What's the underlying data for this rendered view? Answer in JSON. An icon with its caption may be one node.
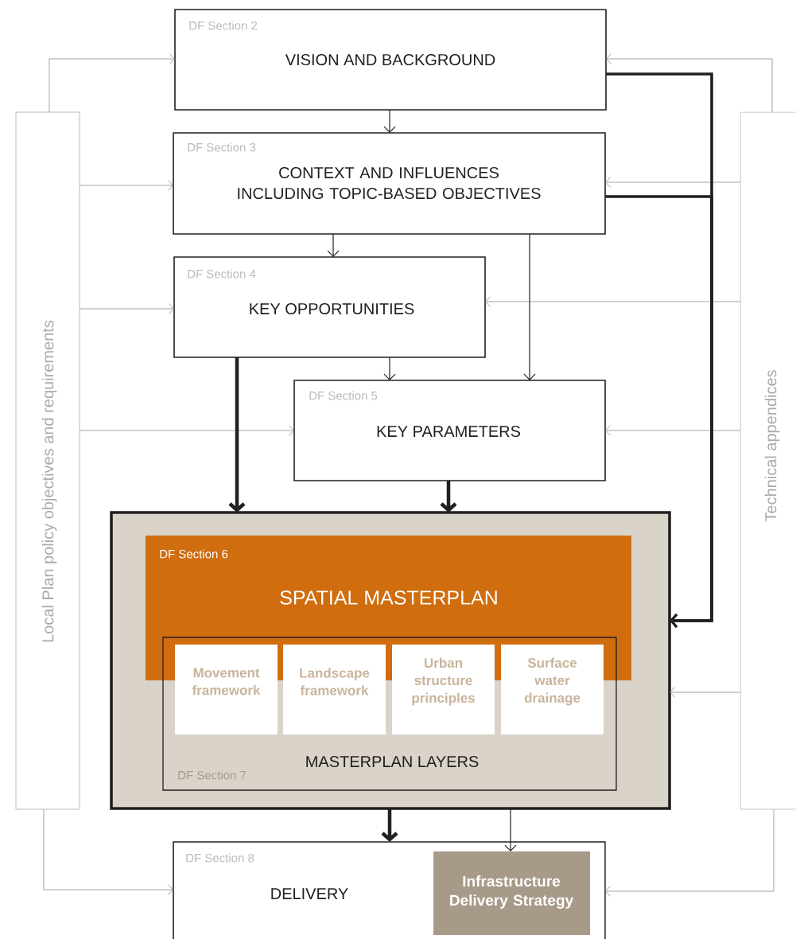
{
  "diagram": {
    "nodes": [
      {
        "text": [
          "Local Plan policy objectives and requirements"
        ]
      },
      {
        "text": [
          "Technical appendices"
        ]
      },
      {
        "text": [
          "DF Section 2",
          "VISION AND BACKGROUND"
        ]
      },
      {
        "text": [
          "DF Section 3",
          "CONTEXT AND INFLUENCES INCLUDING TOPIC-BASED OBJECTIVES"
        ]
      },
      {
        "text": [
          "DF Section 4",
          "KEY OPPORTUNITIES"
        ]
      },
      {
        "text": [
          "DF Section 5",
          "KEY PARAMETERS"
        ]
      },
      {
        "text": [],
        "shape": "box"
      },
      {
        "text": [
          "DF Section 6",
          "SPATIAL MASTERPLAN"
        ],
        "in": 6
      },
      {
        "text": [
          "MASTERPLAN LAYERS",
          "DF Section 7"
        ],
        "in": 6
      },
      {
        "text": [
          "Movement framework"
        ],
        "in": 8
      },
      {
        "text": [
          "Landscape framework"
        ],
        "in": 8
      },
      {
        "text": [
          "Urban structure principles"
        ],
        "in": 8
      },
      {
        "text": [
          "Surface water drainage"
        ],
        "in": 8
      },
      {
        "text": [
          "DF Section 8",
          "DELIVERY"
        ]
      },
      {
        "text": [
          "Infrastructure Delivery Strategy"
        ],
        "in": 13
      }
    ],
    "edges": [
      {
        "from": 0,
        "to": 2,
        "arrow": "to"
      },
      {
        "from": 0,
        "to": 3,
        "arrow": "to"
      },
      {
        "from": 0,
        "to": 4,
        "arrow": "to"
      },
      {
        "from": 0,
        "to": 5,
        "arrow": "to"
      },
      {
        "from": 0,
        "to": 13,
        "arrow": "to"
      },
      {
        "from": 1,
        "to": 2,
        "arrow": "to"
      },
      {
        "from": 1,
        "to": 3,
        "arrow": "to"
      },
      {
        "from": 1,
        "to": 4,
        "arrow": "to"
      },
      {
        "from": 1,
        "to": 5,
        "arrow": "to"
      },
      {
        "from": 1,
        "to": 6,
        "arrow": "to"
      },
      {
        "from": 1,
        "to": 13,
        "arrow": "to"
      },
      {
        "from": 2,
        "to": 3,
        "arrow": "to",
        "color": "#231f20"
      },
      {
        "from": 3,
        "to": 4,
        "arrow": "to",
        "color": "#231f20"
      },
      {
        "from": 3,
        "to": 5,
        "arrow": "to",
        "color": "#231f20"
      },
      {
        "from": 4,
        "to": 5,
        "arrow": "to",
        "color": "#231f20"
      },
      {
        "from": 4,
        "to": 6,
        "arrow": "to",
        "style": "thick",
        "color": "#231f20"
      },
      {
        "from": 5,
        "to": 6,
        "arrow": "to",
        "style": "thick",
        "color": "#231f20"
      },
      {
        "from": 2,
        "to": 6,
        "arrow": "to",
        "style": "thick",
        "color": "#231f20"
      },
      {
        "from": 3,
        "to": 6,
        "arrow": "to",
        "style": "thick",
        "color": "#231f20"
      },
      {
        "from": 6,
        "to": 13,
        "arrow": "to",
        "style": "thick",
        "color": "#231f20"
      },
      {
        "from": 6,
        "to": 14,
        "arrow": "to",
        "color": "#231f20"
      }
    ]
  }
}
